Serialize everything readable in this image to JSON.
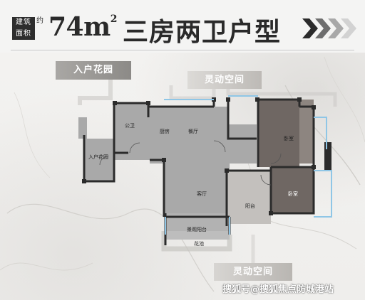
{
  "header": {
    "badge_line1": "建筑",
    "badge_line2": "面积",
    "badge_about": "约",
    "area_value": "74m",
    "area_unit_sup": "2",
    "unit_type": "三房两卫户型"
  },
  "callouts": {
    "entry_garden": "入户花园",
    "flexible_space_top": "灵动空间",
    "flexible_space_bottom": "灵动空间"
  },
  "rooms": {
    "public_bath": "公卫",
    "kitchen": "厨房",
    "dining": "餐厅",
    "bedroom_top": "卧室",
    "entry_garden": "入户花园",
    "living": "客厅",
    "bedroom_right": "卧室",
    "balcony": "阳台",
    "view_balcony": "景观阳台",
    "planter": "花池"
  },
  "watermark": "搜狐号@搜狐焦点防城港站",
  "colors": {
    "floor_tile": "#a9a9a9",
    "wood_floor": "#6f6763",
    "wall": "#2b2b2b",
    "glass": "#8fc6e6"
  }
}
